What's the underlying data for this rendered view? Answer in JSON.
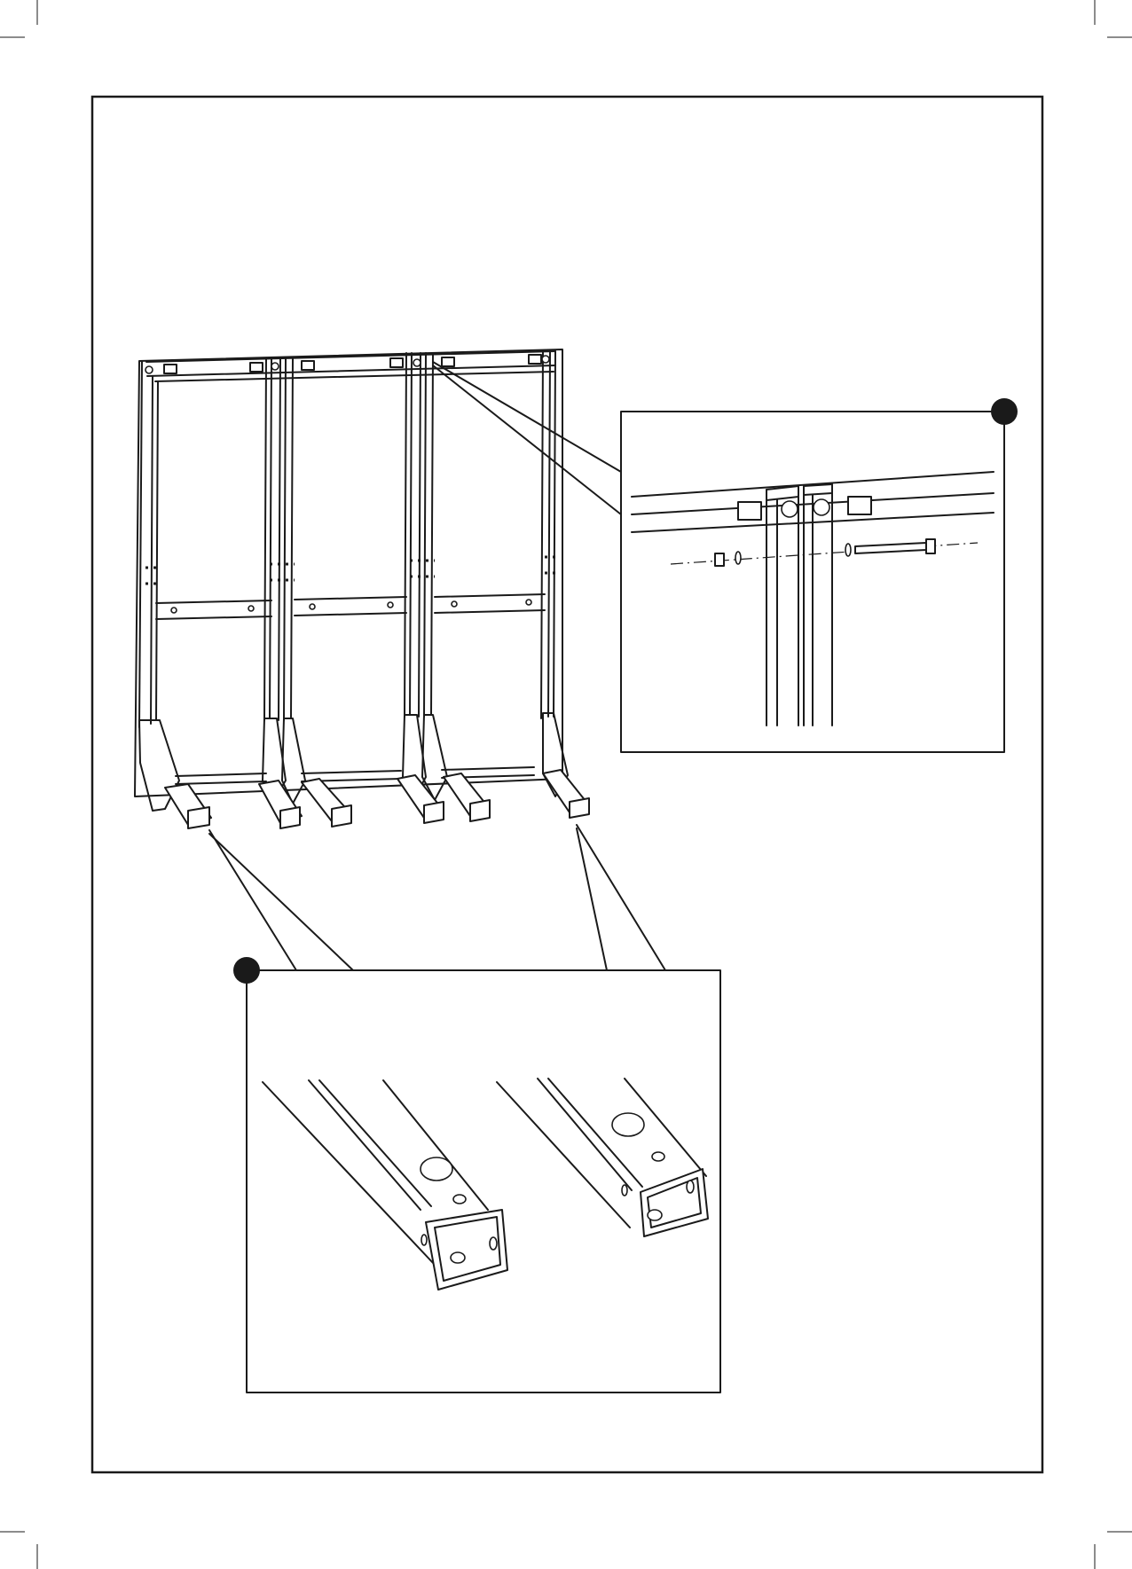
{
  "figure": {
    "type": "assembly-instruction-diagram",
    "callouts": [
      {
        "id": "top-connection-detail",
        "marker": "filled-circle"
      },
      {
        "id": "foot-tube-detail",
        "marker": "filled-circle"
      }
    ],
    "colors": {
      "ink": "#1a1a1a",
      "paper": "#ffffff"
    }
  }
}
